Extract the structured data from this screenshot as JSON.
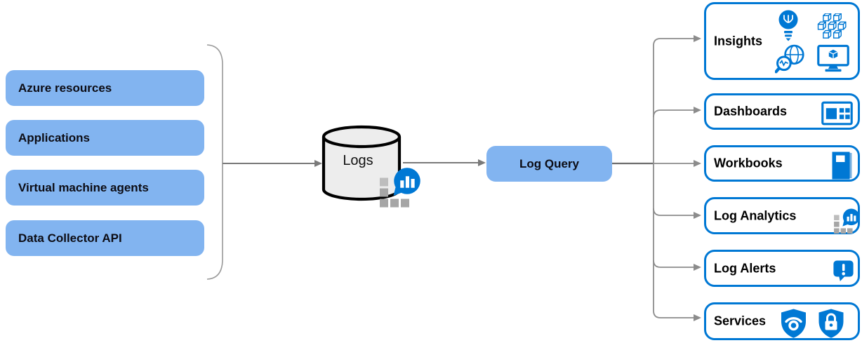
{
  "sources": [
    {
      "label": "Azure resources"
    },
    {
      "label": "Applications"
    },
    {
      "label": "Virtual machine agents"
    },
    {
      "label": "Data Collector API"
    }
  ],
  "store": {
    "label": "Logs",
    "icon": "log-analytics-icon"
  },
  "query": {
    "label": "Log Query"
  },
  "consumers": [
    {
      "label": "Insights",
      "icons": [
        "lightbulb-icon",
        "container-cubes-icon",
        "globe-search-icon",
        "vm-monitor-icon"
      ]
    },
    {
      "label": "Dashboards",
      "icons": [
        "dashboard-grid-icon"
      ]
    },
    {
      "label": "Workbooks",
      "icons": [
        "workbook-icon"
      ]
    },
    {
      "label": "Log Analytics",
      "icons": [
        "log-analytics-icon"
      ]
    },
    {
      "label": "Log Alerts",
      "icons": [
        "alert-speech-bubble-icon"
      ]
    },
    {
      "label": "Services",
      "icons": [
        "shield-defender-icon",
        "shield-lock-icon"
      ]
    }
  ],
  "colors": {
    "source_fill": "#82b4f0",
    "outline_blue": "#0078d4",
    "connector_gray": "#8c8c8c",
    "arrow_gray": "#7a7a7a",
    "cylinder_fill": "#ededed",
    "icon_square_gray": "#a6a6a6"
  }
}
